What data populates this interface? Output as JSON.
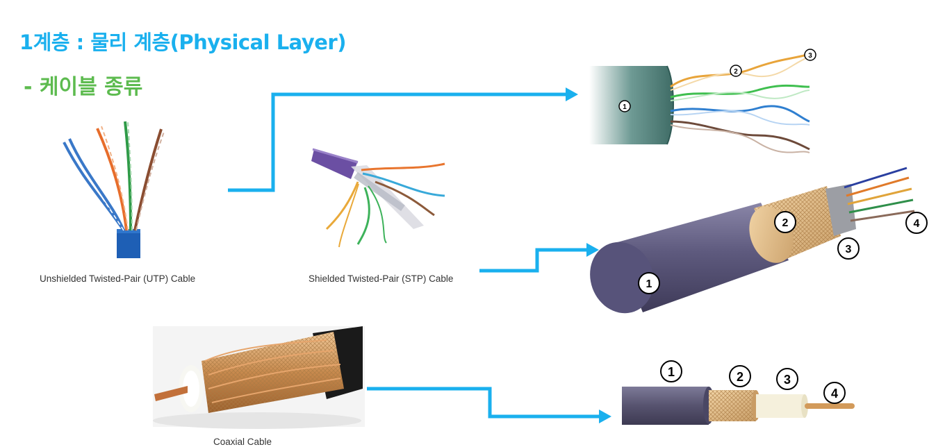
{
  "header": {
    "title": "1계층 : 물리 계층(Physical Layer)",
    "subtitle": "- 케이블 종류"
  },
  "captions": {
    "utp": "Unshielded Twisted-Pair (UTP) Cable",
    "stp": "Shielded Twisted-Pair (STP) Cable",
    "coax": "Coaxial Cable"
  },
  "callouts": {
    "utp_detail": [
      "1",
      "2",
      "3"
    ],
    "stp_detail": [
      "1",
      "2",
      "3",
      "4"
    ],
    "coax_detail": [
      "1",
      "2",
      "3",
      "4"
    ]
  },
  "colors": {
    "title": "#1ab0ee",
    "subtitle": "#5dbb4f",
    "arrow": "#1ab0ee"
  }
}
